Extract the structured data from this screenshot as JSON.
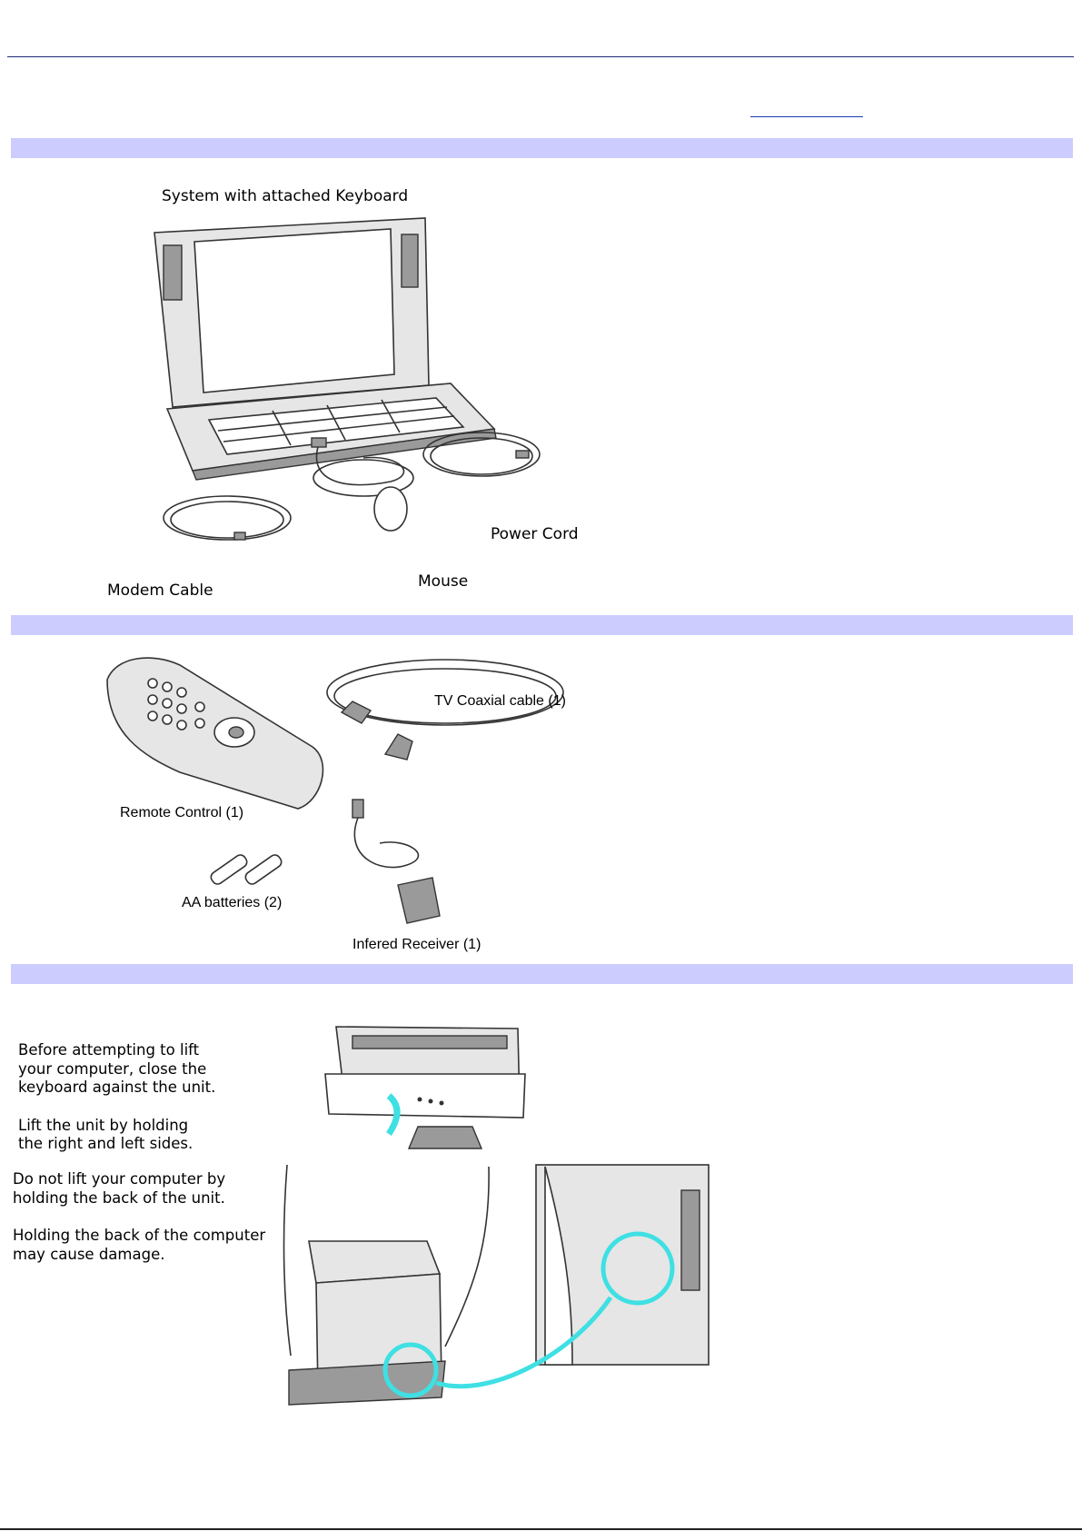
{
  "section1": {
    "title": "System with attached Keyboard",
    "labels": {
      "power_cord": "Power Cord",
      "modem_cable": "Modem Cable",
      "mouse": "Mouse"
    }
  },
  "section2": {
    "labels": {
      "tv_cable": "TV Coaxial cable (1)",
      "remote": "Remote Control (1)",
      "batteries": "AA batteries (2)",
      "receiver": "Infered Receiver (1)"
    }
  },
  "section3": {
    "instructions": [
      "Before attempting to lift",
      "your computer, close the",
      "keyboard against the unit.",
      "Lift the unit by holding",
      "the right and left sides."
    ],
    "warnings": [
      "Do not lift your computer by",
      "holding the back of the unit.",
      "Holding the back of the computer",
      "may cause damage."
    ]
  },
  "colors": {
    "band": "#ccccff",
    "rule": "#1f2a7a",
    "link": "#1d3db8",
    "highlight": "#3ee0e3"
  }
}
